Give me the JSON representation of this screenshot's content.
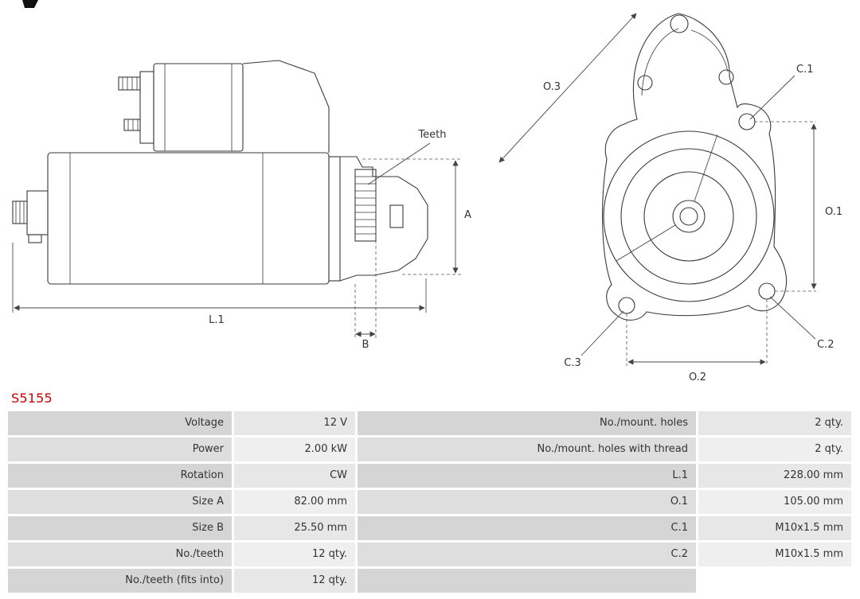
{
  "part_number": "S5155",
  "accent_color": "#cc0000",
  "drawing_labels": {
    "teeth": "Teeth",
    "a": "A",
    "b": "B",
    "l1": "L.1",
    "o1": "O.1",
    "o2": "O.2",
    "o3": "O.3",
    "c1": "C.1",
    "c2": "C.2",
    "c3": "C.3"
  },
  "spec_table": {
    "left": [
      {
        "label": "Voltage",
        "value": "12 V"
      },
      {
        "label": "Power",
        "value": "2.00 kW"
      },
      {
        "label": "Rotation",
        "value": "CW"
      },
      {
        "label": "Size A",
        "value": "82.00 mm"
      },
      {
        "label": "Size B",
        "value": "25.50 mm"
      },
      {
        "label": "No./teeth",
        "value": "12 qty."
      },
      {
        "label": "No./teeth (fits into)",
        "value": "12 qty."
      }
    ],
    "right": [
      {
        "label": "No./mount. holes",
        "value": "2 qty."
      },
      {
        "label": "No./mount. holes with thread",
        "value": "2 qty."
      },
      {
        "label": "L.1",
        "value": "228.00 mm"
      },
      {
        "label": "O.1",
        "value": "105.00 mm"
      },
      {
        "label": "C.1",
        "value": "M10x1.5 mm"
      },
      {
        "label": "C.2",
        "value": "M10x1.5 mm"
      },
      {
        "label": "",
        "value": ""
      }
    ]
  }
}
